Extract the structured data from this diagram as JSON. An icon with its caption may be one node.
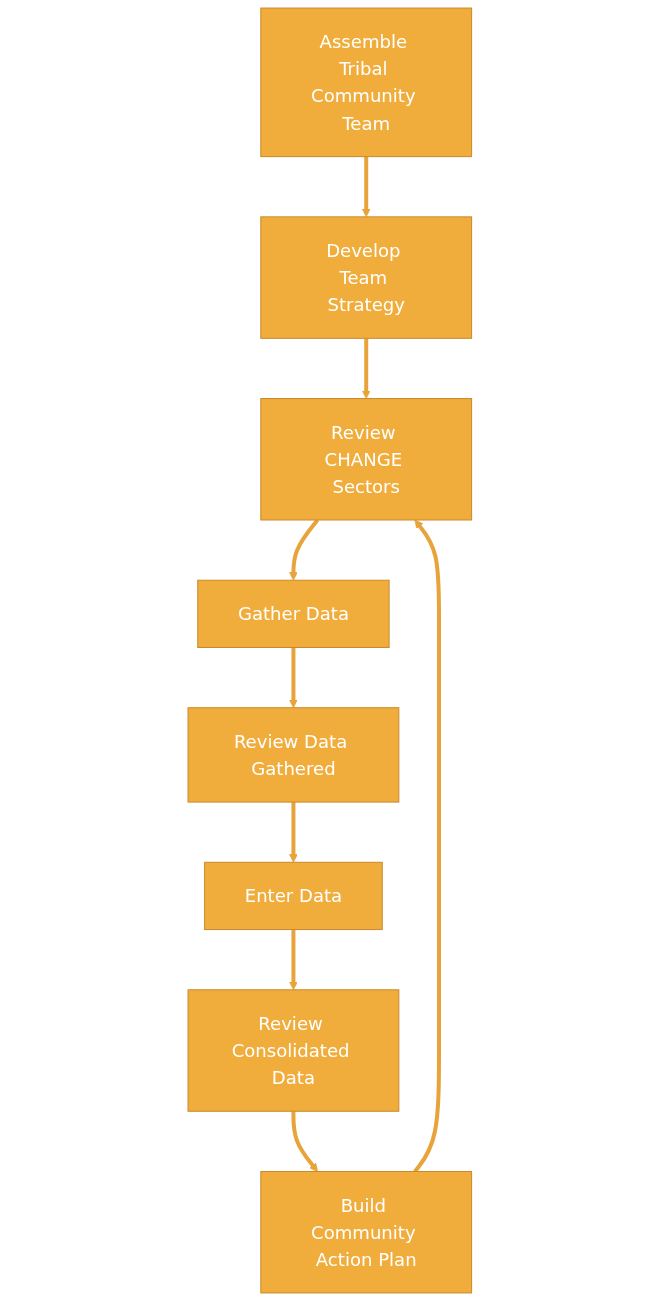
{
  "diagram": {
    "nodes": [
      {
        "text": [
          "Assemble Tribal Community Team"
        ]
      },
      {
        "text": [
          "Develop Team Strategy"
        ]
      },
      {
        "text": [
          "Review CHANGE Sectors"
        ]
      },
      {
        "text": [
          "Gather Data"
        ]
      },
      {
        "text": [
          "Review Data Gathered"
        ]
      },
      {
        "text": [
          "Enter Data"
        ]
      },
      {
        "text": [
          "Review Consolidated Data"
        ]
      },
      {
        "text": [
          "Build Community Action Plan"
        ]
      }
    ],
    "edges": [
      {
        "from": 0,
        "to": 1,
        "arrow": "to"
      },
      {
        "from": 1,
        "to": 2,
        "arrow": "to"
      },
      {
        "from": 2,
        "to": 3,
        "arrow": "to"
      },
      {
        "from": 3,
        "to": 4,
        "arrow": "to"
      },
      {
        "from": 4,
        "to": 5,
        "arrow": "to"
      },
      {
        "from": 5,
        "to": 6,
        "arrow": "to"
      },
      {
        "from": 6,
        "to": 7,
        "arrow": "to"
      },
      {
        "from": 7,
        "to": 2,
        "arrow": "to"
      }
    ]
  }
}
